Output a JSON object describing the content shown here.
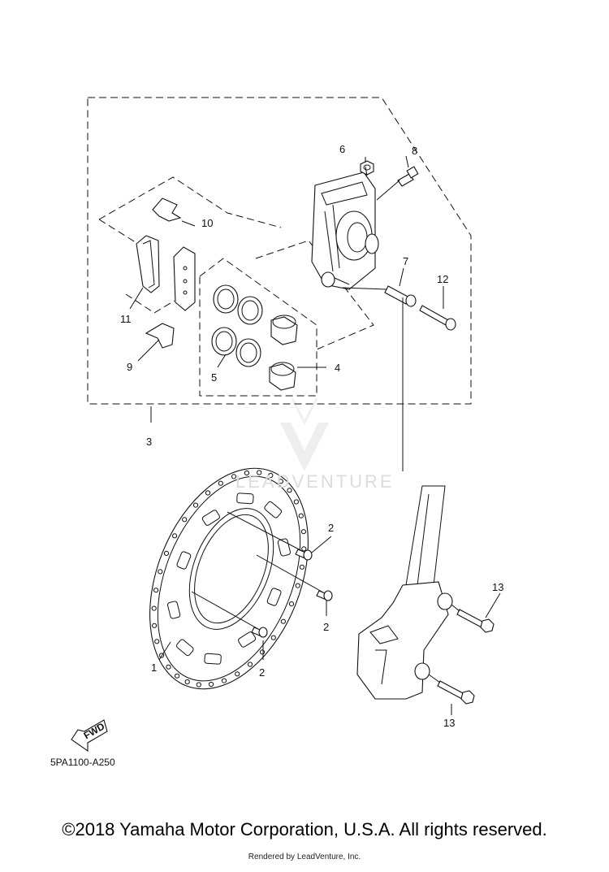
{
  "diagram": {
    "callouts": [
      {
        "id": "c1",
        "label": "1"
      },
      {
        "id": "c2a",
        "label": "2"
      },
      {
        "id": "c2b",
        "label": "2"
      },
      {
        "id": "c2c",
        "label": "2"
      },
      {
        "id": "c3",
        "label": "3"
      },
      {
        "id": "c4",
        "label": "4"
      },
      {
        "id": "c5",
        "label": "5"
      },
      {
        "id": "c6",
        "label": "6"
      },
      {
        "id": "c7",
        "label": "7"
      },
      {
        "id": "c8",
        "label": "8"
      },
      {
        "id": "c9",
        "label": "9"
      },
      {
        "id": "c10",
        "label": "10"
      },
      {
        "id": "c11",
        "label": "11"
      },
      {
        "id": "c12",
        "label": "12"
      },
      {
        "id": "c13a",
        "label": "13"
      },
      {
        "id": "c13b",
        "label": "13"
      }
    ],
    "fwd_label": "FWD",
    "diagram_code": "5PA1100-A250",
    "watermark_text": "LEADVENTURE"
  },
  "footer": {
    "copyright": "©2018 Yamaha Motor Corporation, U.S.A. All rights reserved.",
    "rendered_by": "Rendered by LeadVenture, Inc."
  },
  "colors": {
    "line": "#111111",
    "watermark": "#dcdcdc"
  }
}
